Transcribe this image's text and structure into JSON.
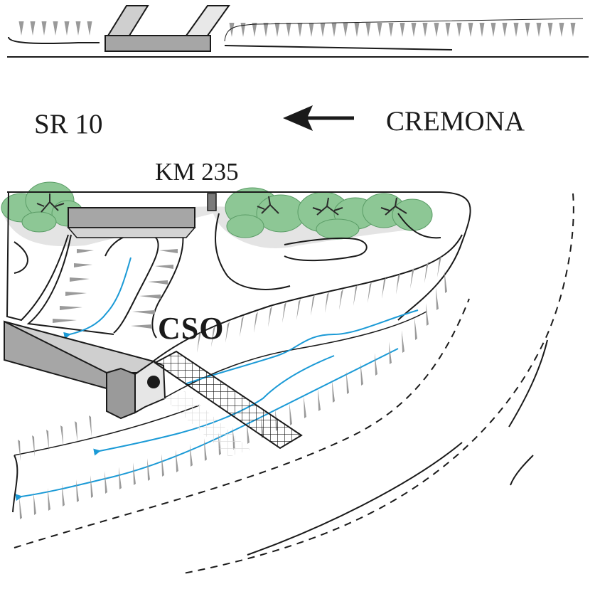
{
  "labels": {
    "road": "SR 10",
    "direction": "CREMONA",
    "kilometre": "KM  235",
    "outfall": "CSO"
  },
  "colors": {
    "water": "#1b9ad6",
    "vegetation": "#8dc795",
    "concrete": "#a6a6a6",
    "line": "#1a1a1a"
  }
}
